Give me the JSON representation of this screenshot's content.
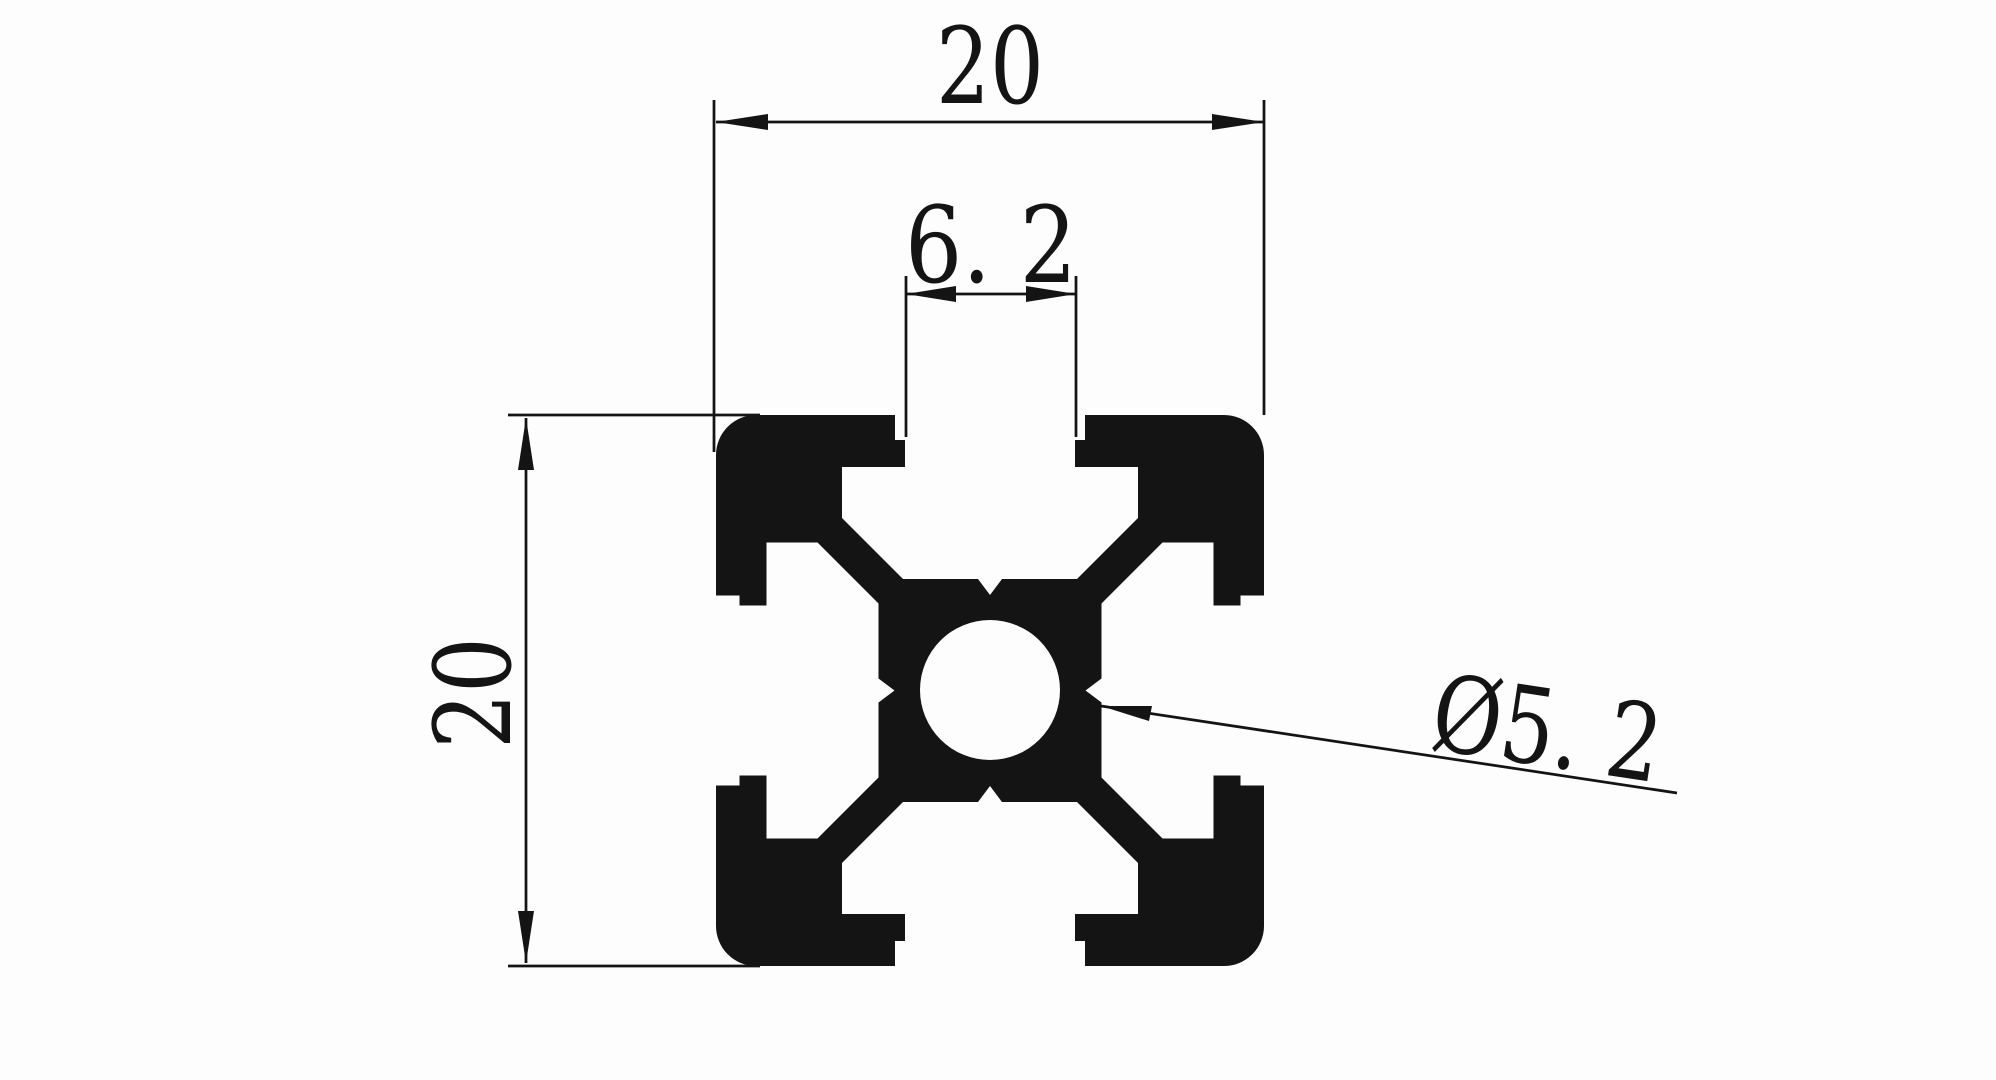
{
  "drawing": {
    "type": "extrusion-profile-cross-section",
    "dimensions": {
      "width": {
        "label": "20"
      },
      "height": {
        "label": "20"
      },
      "slot": {
        "label": "6. 2"
      },
      "bore": {
        "label": "Ø5. 2"
      }
    }
  },
  "colors": {
    "ink": "#141414",
    "background": "#fdfdfd"
  }
}
